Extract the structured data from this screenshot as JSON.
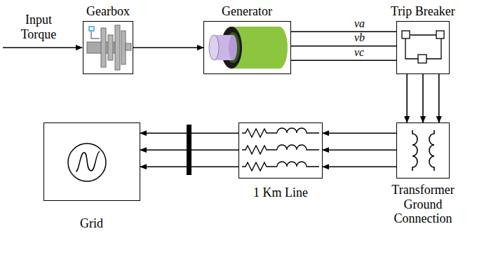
{
  "diagram": {
    "nodes": [
      {
        "text": [
          "Gearbox"
        ]
      },
      {
        "text": [
          "Generator"
        ]
      },
      {
        "text": [
          "Trip Breaker"
        ]
      },
      {
        "text": [
          "Grid"
        ]
      },
      {
        "text": [
          "1 Km Line"
        ]
      },
      {
        "text": [
          "Transformer Ground Connection"
        ]
      }
    ],
    "edges": [
      {
        "from": 0,
        "to": 1,
        "arrow": "to"
      },
      {
        "from": 1,
        "to": 2,
        "arrow": "none"
      },
      {
        "from": 1,
        "to": 2,
        "arrow": "none"
      },
      {
        "from": 1,
        "to": 2,
        "arrow": "none"
      },
      {
        "from": 2,
        "to": 5,
        "arrow": "to"
      },
      {
        "from": 2,
        "to": 5,
        "arrow": "to"
      },
      {
        "from": 2,
        "to": 5,
        "arrow": "to"
      },
      {
        "from": 5,
        "to": 4,
        "arrow": "to"
      },
      {
        "from": 5,
        "to": 4,
        "arrow": "to"
      },
      {
        "from": 5,
        "to": 4,
        "arrow": "to"
      },
      {
        "from": 4,
        "to": 3,
        "arrow": "to"
      },
      {
        "from": 4,
        "to": 3,
        "arrow": "to"
      },
      {
        "from": 4,
        "to": 3,
        "arrow": "to"
      }
    ],
    "labels": [
      "Input Torque",
      "va",
      "vb",
      "vc"
    ]
  }
}
